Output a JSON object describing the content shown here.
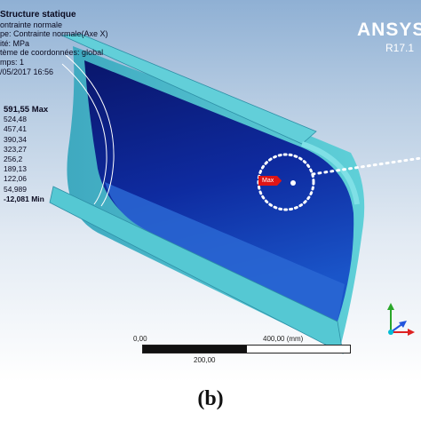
{
  "info": {
    "lines": [
      "Structure statique",
      "ontrainte normale",
      "pe: Contrainte normale(Axe X)",
      "ité: MPa",
      "tème de coordonnées: global",
      "mps: 1",
      "/05/2017 16:56"
    ]
  },
  "legend": {
    "max": "591,55 Max",
    "values": [
      "524,48",
      "457,41",
      "390,34",
      "323,27",
      "256,2",
      "189,13",
      "122,06",
      "54,989"
    ],
    "min": "-12,081 Min"
  },
  "brand": {
    "name": "ANSYS",
    "version": "R17.1"
  },
  "probe": {
    "label": "Max"
  },
  "scale": {
    "start": "0,00",
    "end": "400,00 (mm)",
    "mid": "200,00"
  },
  "caption": "(b)",
  "colors": {
    "background_top": "#8fb0d4",
    "shell_outer": "#4fc2cf",
    "shell_inner": "#0c1d86",
    "probe": "#e01515"
  },
  "icons": [
    "triad-axes-icon",
    "max-probe-icon"
  ]
}
